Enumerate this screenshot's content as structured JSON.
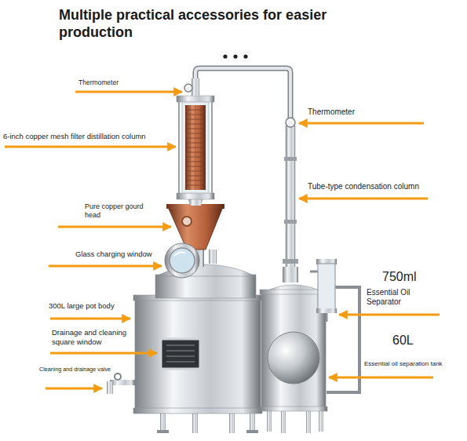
{
  "diagram": {
    "title": "Multiple practical accessories for easier production",
    "labels": [
      "Thermometer",
      "6-inch copper mesh filter distillation column",
      "Pure copper gourd head",
      "Glass charging window",
      "300L large pot body",
      "Drainage and cleaning square window",
      "Cleaning and drainage valve",
      "Thermometer",
      "Tube-type condensation column",
      "750ml",
      "Essential Oil Separator",
      "60L",
      "Essential oil separation tank"
    ]
  }
}
